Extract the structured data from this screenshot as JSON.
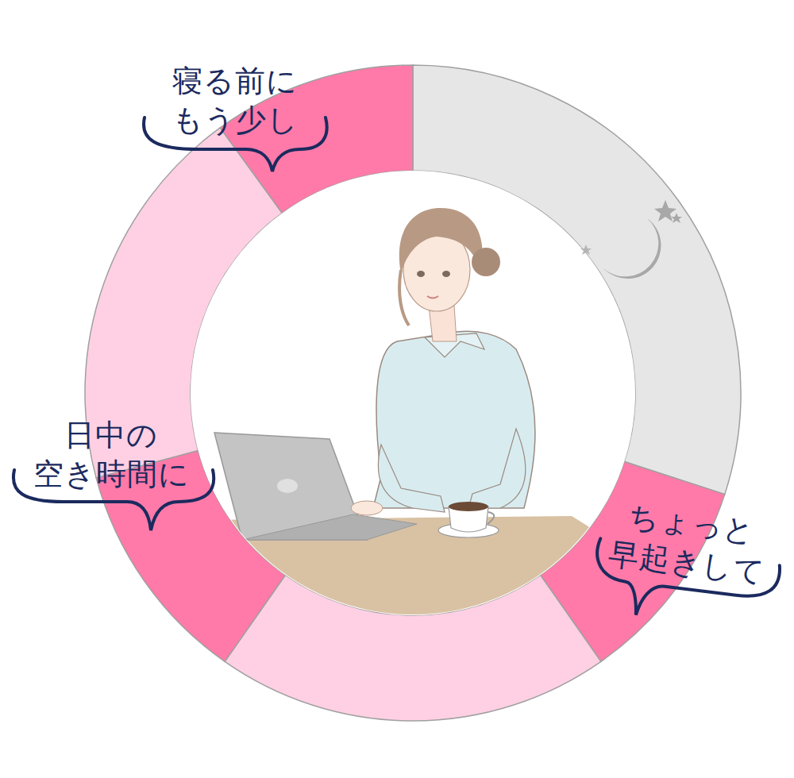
{
  "diagram": {
    "labels": [
      "寝る前に もう少し",
      "日中の 空き時間に",
      "ちょっと 早起きして"
    ]
  }
}
